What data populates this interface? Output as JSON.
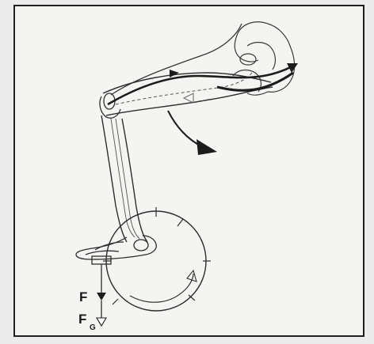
{
  "labels": {
    "force_main": "F",
    "force_gravity_base": "F",
    "force_gravity_subscript": "G"
  },
  "colors": {
    "ink": "#1c1c1c",
    "muscle_line": "#2a2a2a",
    "paper": "#f4f4f2",
    "frame": "#202020"
  },
  "icons": {
    "rotation_arrow": "curved-arrow-icon",
    "force_arrow_main": "arrow-down-filled-icon",
    "force_arrow_gravity": "arrow-down-hollow-icon"
  }
}
